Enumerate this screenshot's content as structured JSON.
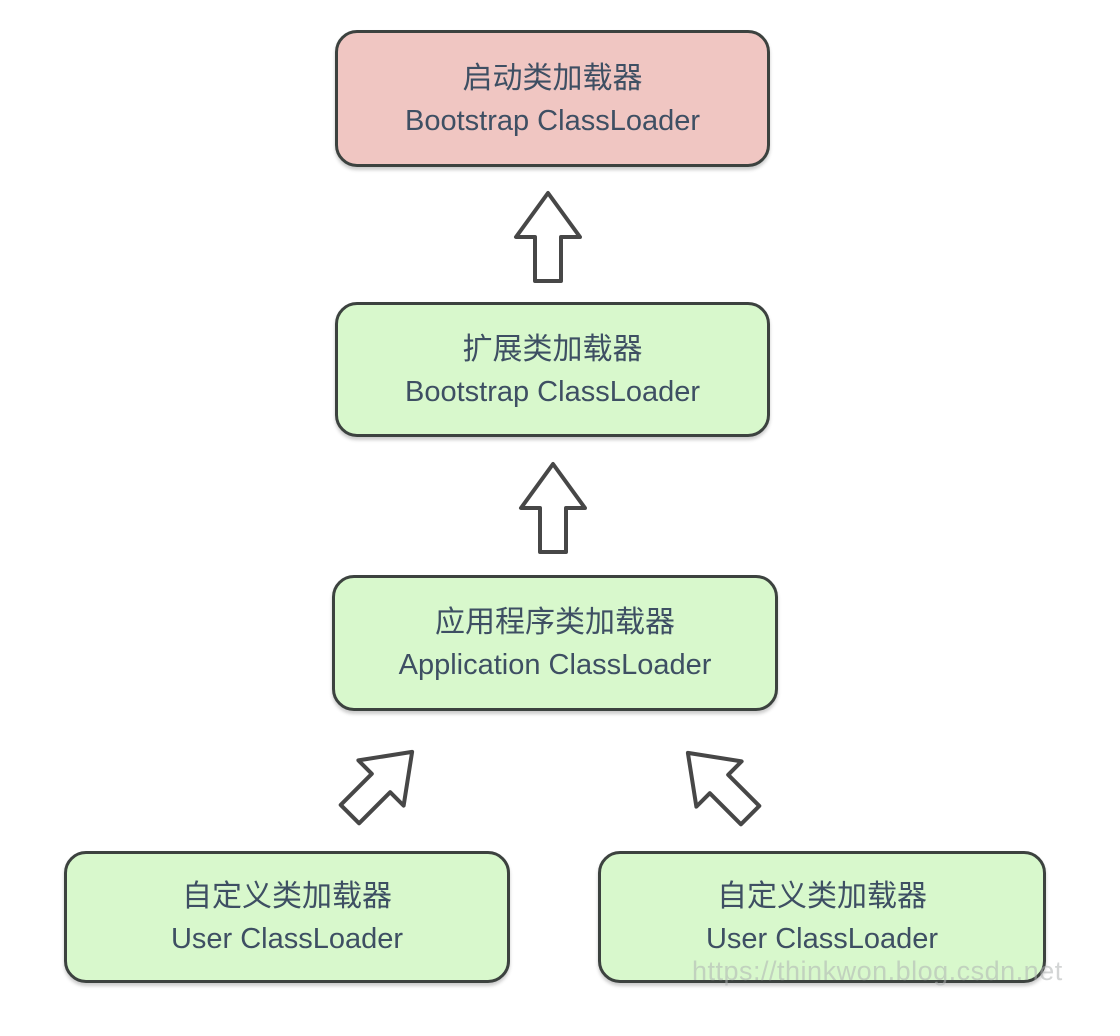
{
  "diagram": {
    "colors": {
      "node_pink_fill": "#f0c6c2",
      "node_green_fill": "#d8f8cc",
      "node_border": "#3c423f",
      "node_text": "#3e4f63",
      "arrow_stroke": "#474747",
      "arrow_fill": "#ffffff",
      "watermark_text": "#b0b3b3"
    },
    "nodes": [
      {
        "id": "bootstrap",
        "line1": "启动类加载器",
        "line2": "Bootstrap ClassLoader",
        "fill": "pink"
      },
      {
        "id": "extension",
        "line1": "扩展类加载器",
        "line2": "Bootstrap ClassLoader",
        "fill": "green"
      },
      {
        "id": "application",
        "line1": "应用程序类加载器",
        "line2": "Application ClassLoader",
        "fill": "green"
      },
      {
        "id": "user_left",
        "line1": "自定义类加载器",
        "line2": "User ClassLoader",
        "fill": "green"
      },
      {
        "id": "user_right",
        "line1": "自定义类加载器",
        "line2": "User ClassLoader",
        "fill": "green"
      }
    ],
    "arrows": [
      {
        "from": "extension",
        "to": "bootstrap",
        "direction": "up"
      },
      {
        "from": "application",
        "to": "extension",
        "direction": "up"
      },
      {
        "from": "user_left",
        "to": "application",
        "direction": "up-right"
      },
      {
        "from": "user_right",
        "to": "application",
        "direction": "up-left"
      }
    ],
    "watermark": "https://thinkwon.blog.csdn.net"
  }
}
